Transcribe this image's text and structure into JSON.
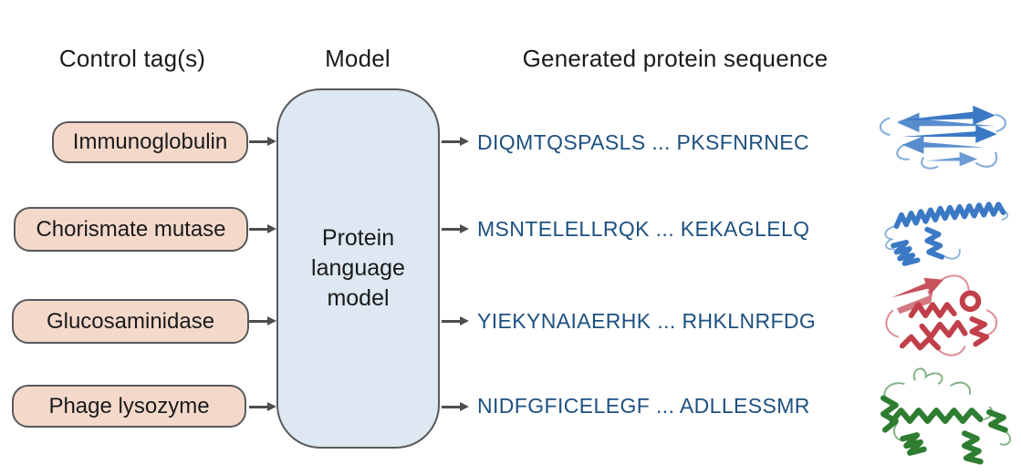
{
  "figure": {
    "headers": {
      "control_tags": "Control tag(s)",
      "model": "Model",
      "generated_sequence": "Generated protein sequence"
    },
    "model_box": {
      "label": "Protein language model"
    },
    "rows": [
      {
        "tag": "Immunoglobulin",
        "sequence": "DIQMTQSPASLS ... PKSFNRNEC",
        "structure_icon": "immunoglobulin-beta-sandwich-ribbon",
        "structure_color": "#3b79c4"
      },
      {
        "tag": "Chorismate mutase",
        "sequence": "MSNTELELLRQK ... KEKAGLELQ",
        "structure_icon": "alpha-helical-bundle-ribbon",
        "structure_color": "#3b79c4"
      },
      {
        "tag": "Glucosaminidase",
        "sequence": "YIEKYNAIAERHK ... RHKLNRFDG",
        "structure_icon": "globular-alpha-beta-ribbon",
        "structure_color": "#c13f4a"
      },
      {
        "tag": "Phage lysozyme",
        "sequence": "NIDFGFICELEGF ... ADLLESSMR",
        "structure_icon": "lysozyme-helical-ribbon",
        "structure_color": "#2e7d32"
      }
    ],
    "colors": {
      "tag_fill": "#f4d9cb",
      "model_fill": "#dde8f2",
      "box_border": "#58595b",
      "arrow_color": "#4d4d4d",
      "heading_text": "#1a1a1a",
      "sequence_text": "#1d5080",
      "structure_blue": "#3b79c4",
      "structure_red": "#c13f4a",
      "structure_green": "#2e7d32"
    }
  }
}
